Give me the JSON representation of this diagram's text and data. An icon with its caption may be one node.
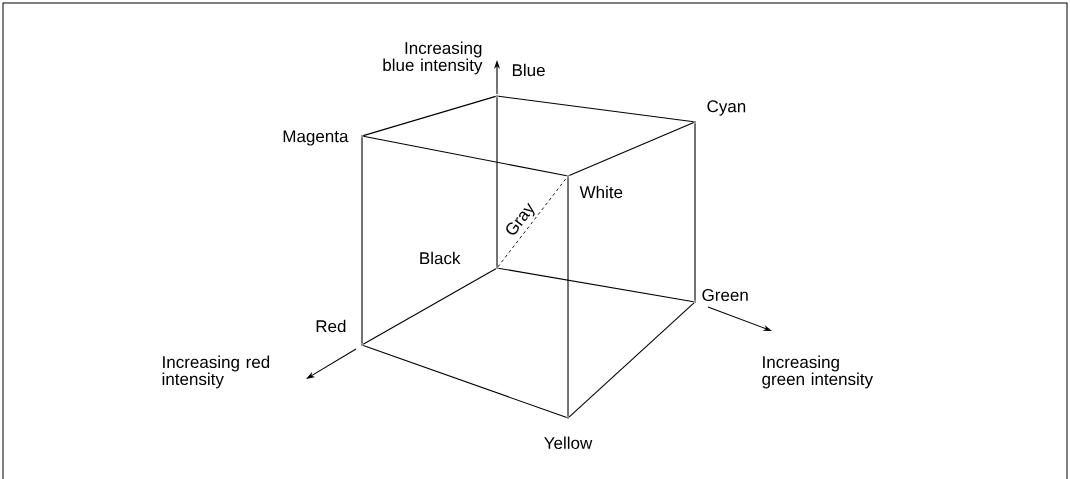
{
  "diagram": {
    "nodes": [
      {
        "text": [],
        "shape": "point",
        "beside": [
          "Blue"
        ]
      },
      {
        "text": [],
        "shape": "point",
        "beside": [
          "Magenta"
        ]
      },
      {
        "text": [],
        "shape": "point",
        "beside": [
          "Cyan"
        ]
      },
      {
        "text": [],
        "shape": "point",
        "beside": [
          "White"
        ]
      },
      {
        "text": [],
        "shape": "point",
        "beside": [
          "Black"
        ]
      },
      {
        "text": [],
        "shape": "point",
        "beside": [
          "Red"
        ]
      },
      {
        "text": [],
        "shape": "point",
        "beside": [
          "Green"
        ]
      },
      {
        "text": [],
        "shape": "point",
        "beside": [
          "Yellow"
        ]
      }
    ],
    "edges": [
      {
        "from": 0,
        "to": 1,
        "arrow": "none"
      },
      {
        "from": 0,
        "to": 2,
        "arrow": "none"
      },
      {
        "from": 1,
        "to": 3,
        "arrow": "none"
      },
      {
        "from": 2,
        "to": 3,
        "arrow": "none"
      },
      {
        "from": 0,
        "to": 4,
        "arrow": "none"
      },
      {
        "from": 1,
        "to": 5,
        "arrow": "none"
      },
      {
        "from": 2,
        "to": 6,
        "arrow": "none"
      },
      {
        "from": 3,
        "to": 7,
        "arrow": "none"
      },
      {
        "from": 4,
        "to": 5,
        "arrow": "none"
      },
      {
        "from": 4,
        "to": 6,
        "arrow": "none"
      },
      {
        "from": 5,
        "to": 7,
        "arrow": "none"
      },
      {
        "from": 6,
        "to": 7,
        "arrow": "none"
      },
      {
        "from": 4,
        "to": 3,
        "arrow": "none",
        "style": "dashed",
        "label": "Gray"
      }
    ],
    "labels": [
      "Increasing blue intensity",
      "Increasing red intensity",
      "Increasing green intensity"
    ]
  }
}
